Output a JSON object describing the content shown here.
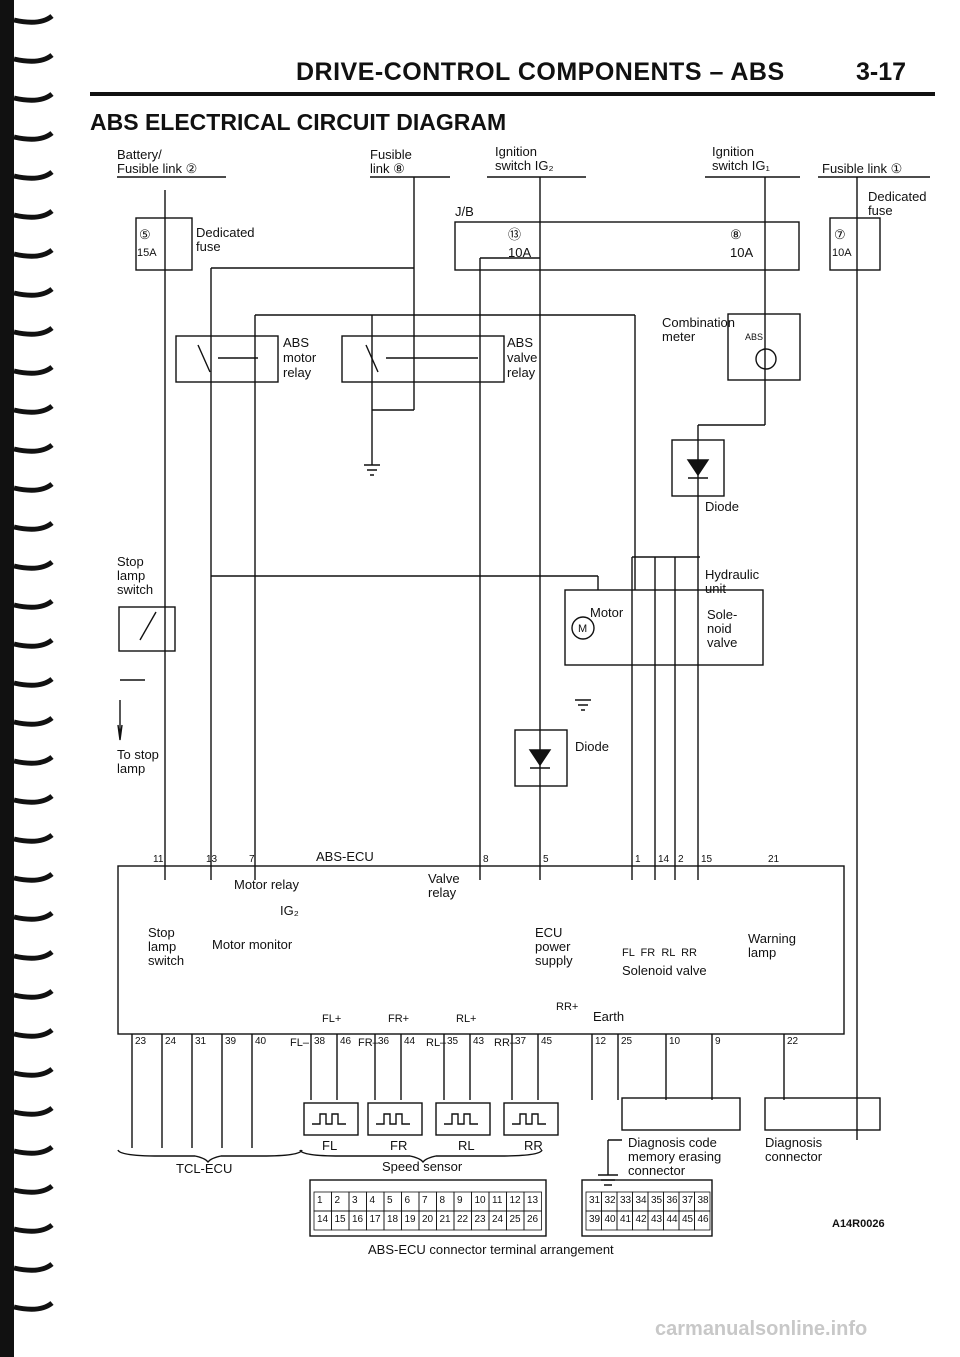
{
  "page": {
    "header": "DRIVE-CONTROL COMPONENTS – ABS",
    "page_number": "3-17",
    "title": "ABS ELECTRICAL CIRCUIT DIAGRAM",
    "figure_code": "A14R0026",
    "caption": "ABS-ECU connector terminal arrangement",
    "watermark": "carmanualsonline.info"
  },
  "top_labels": {
    "battery": "Battery/",
    "battery_fuse": "Fusible link ②",
    "fusible": "Fusible",
    "fusible_link": "link ⑧",
    "ign2_a": "Ignition",
    "ign2_b": "switch IG₂",
    "ign1_a": "Ignition",
    "ign1_b": "switch IG₁",
    "fusible_link1": "Fusible link ①",
    "jb": "J/B"
  },
  "fuses": {
    "left_num": "⑤",
    "left_amp": "15A",
    "dedicated": "Dedicated",
    "fuse": "fuse",
    "jb1_num": "⑬",
    "jb1_amp": "10A",
    "jb2_num": "⑧",
    "jb2_amp": "10A",
    "right_num": "⑦",
    "right_amp": "10A"
  },
  "components": {
    "abs_motor_relay": [
      "ABS",
      "motor",
      "relay"
    ],
    "abs_valve_relay": [
      "ABS",
      "valve",
      "relay"
    ],
    "combination_meter": [
      "Combination",
      "meter"
    ],
    "abs_lamp_tag": "ABS",
    "diode": "Diode",
    "hydraulic_unit": [
      "Hydraulic",
      "unit"
    ],
    "motor": "Motor",
    "motor_symbol": "M",
    "solenoid": [
      "Sole-",
      "noid",
      "valve"
    ],
    "stop_lamp_switch": [
      "Stop",
      "lamp",
      "switch"
    ],
    "to_stop_lamp": [
      "To stop",
      "lamp"
    ]
  },
  "ecu": {
    "title": "ABS-ECU",
    "motor_relay": "Motor relay",
    "ig2": "IG₂",
    "motor_monitor": "Motor monitor",
    "stop_lamp_switch": [
      "Stop",
      "lamp",
      "switch"
    ],
    "valve_relay": [
      "Valve",
      "relay"
    ],
    "ecu_power": [
      "ECU",
      "power",
      "supply"
    ],
    "solenoid_channels": "FL  FR  RL  RR",
    "solenoid_valve": "Solenoid valve",
    "warning_lamp": [
      "Warning",
      "lamp"
    ],
    "earth": "Earth",
    "sensor_inputs": [
      "FL+",
      "FR+",
      "RL+",
      "RR+"
    ],
    "sensor_returns": [
      "FL–",
      "FR–",
      "RL–",
      "RR–"
    ],
    "top_pins": [
      "11",
      "13",
      "7",
      "8",
      "5",
      "1",
      "14",
      "2",
      "15",
      "21"
    ],
    "bottom_pins": [
      "23",
      "24",
      "31",
      "39",
      "40",
      "38",
      "46",
      "36",
      "44",
      "35",
      "43",
      "37",
      "45",
      "12",
      "25",
      "10",
      "9",
      "22"
    ]
  },
  "bottom": {
    "tcl_ecu": "TCL-ECU",
    "speed_sensor": "Speed sensor",
    "wheels": [
      "FL",
      "FR",
      "RL",
      "RR"
    ],
    "diagnosis_memory": [
      "Diagnosis code",
      "memory erasing",
      "connector"
    ],
    "diagnosis_connector": [
      "Diagnosis",
      "connector"
    ]
  },
  "connector_pins": {
    "left_top": [
      "1",
      "2",
      "3",
      "4",
      "5",
      "6",
      "7",
      "8",
      "9",
      "10",
      "11",
      "12",
      "13"
    ],
    "left_bottom": [
      "14",
      "15",
      "16",
      "17",
      "18",
      "19",
      "20",
      "21",
      "22",
      "23",
      "24",
      "25",
      "26"
    ],
    "right_top": [
      "31",
      "32",
      "33",
      "34",
      "35",
      "36",
      "37",
      "38"
    ],
    "right_bottom": [
      "39",
      "40",
      "41",
      "42",
      "43",
      "44",
      "45",
      "46"
    ]
  }
}
